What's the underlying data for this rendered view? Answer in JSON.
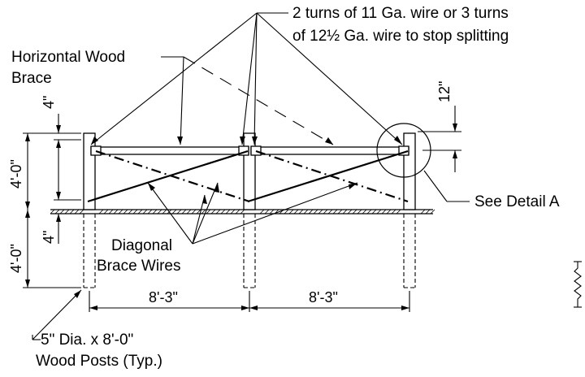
{
  "labels": {
    "wire_note_line1": "2 turns of 11 Ga. wire or 3 turns",
    "wire_note_line2": "of 12½ Ga. wire to stop splitting",
    "horizontal_brace_line1": "Horizontal Wood",
    "horizontal_brace_line2": "Brace",
    "see_detail": "See Detail A",
    "diagonal_line1": "Diagonal",
    "diagonal_line2": "Brace Wires",
    "posts_line1": "5\" Dia. x 8'-0\"",
    "posts_line2": "Wood Posts (Typ.)"
  },
  "dimensions": {
    "top_offset": "4\"",
    "above_ground": "4'-0\"",
    "below_ground": "4'-0\"",
    "bottom_offset": "4\"",
    "detail_offset": "12\"",
    "span_left": "8'-3\"",
    "span_right": "8'-3\""
  }
}
